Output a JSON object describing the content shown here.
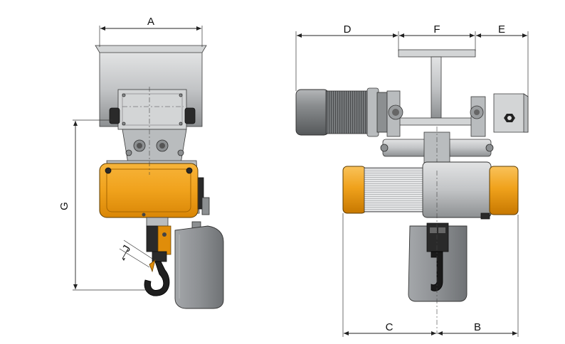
{
  "dimensions": {
    "A": "A",
    "B": "B",
    "C": "C",
    "D": "D",
    "E": "E",
    "F": "F",
    "G": "G",
    "J": "J"
  },
  "colors": {
    "housing": "#f0a21c",
    "body": "#b9bcbe",
    "dark": "#2a2a2a"
  }
}
